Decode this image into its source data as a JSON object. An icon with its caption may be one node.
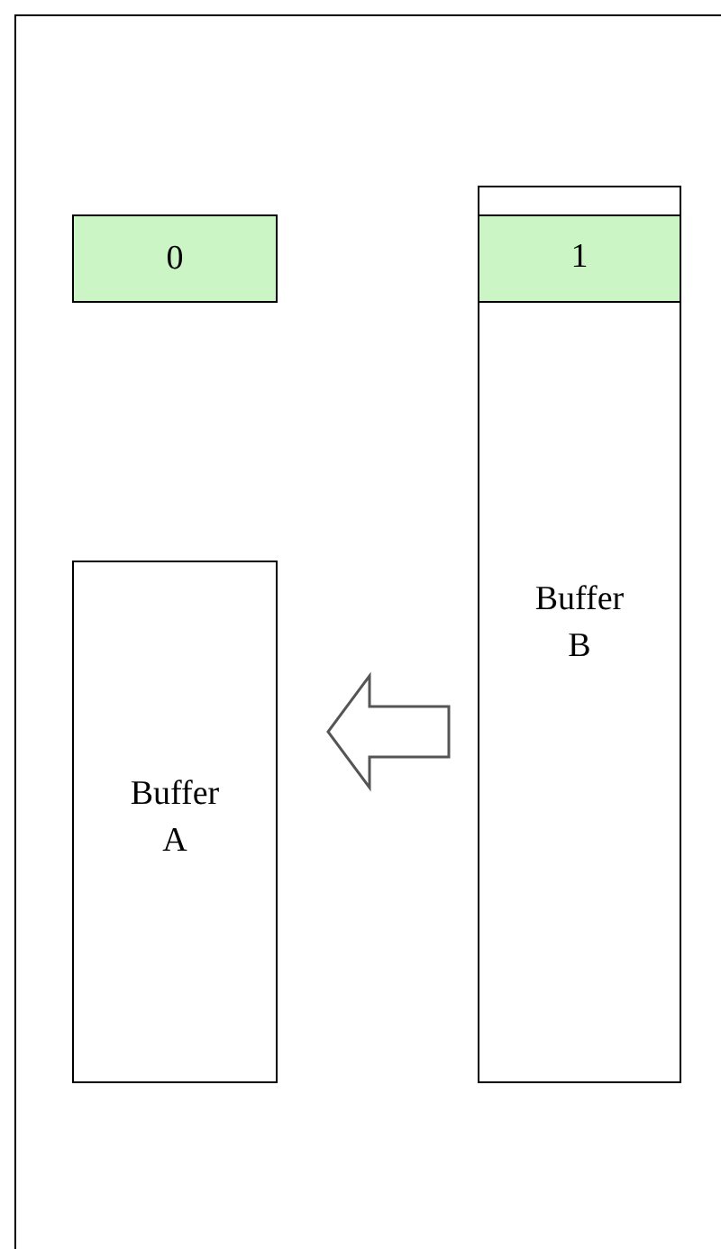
{
  "diagram": {
    "nodes": [
      {
        "text": [
          "0"
        ]
      },
      {
        "text": [
          "Buffer B"
        ]
      },
      {
        "text": [],
        "shape": "box",
        "in": 1
      },
      {
        "text": [
          "1"
        ],
        "in": 1
      },
      {
        "text": [
          "Buffer A"
        ]
      }
    ],
    "edges": [
      {
        "from": 1,
        "to": 4,
        "arrow": "to"
      }
    ]
  }
}
